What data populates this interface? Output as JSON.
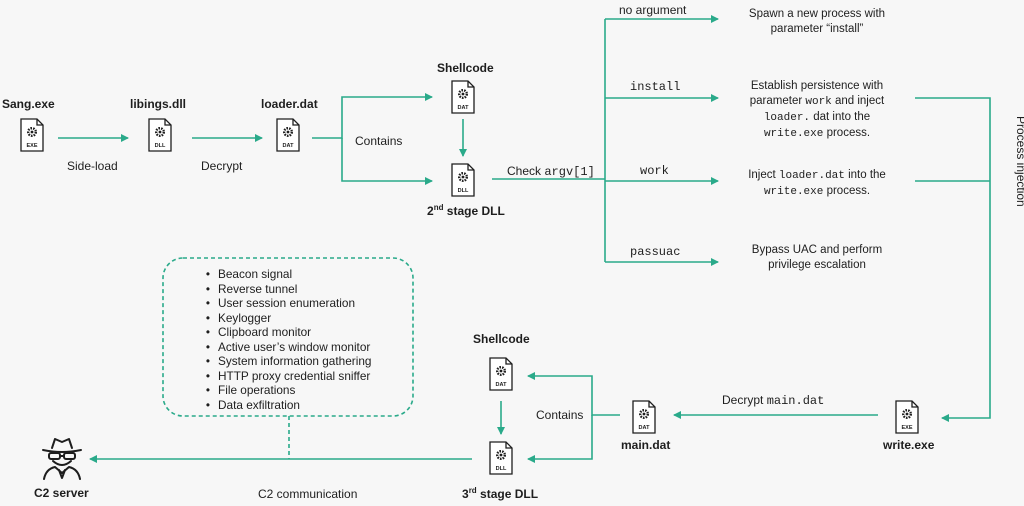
{
  "colors": {
    "accent": "#2aaa8a",
    "icon": "#1e1e1e",
    "bg": "#f7f7f7"
  },
  "nodes": {
    "sang": {
      "title": "Sang.exe",
      "tag": "EXE"
    },
    "libings": {
      "title": "libings.dll",
      "tag": "DLL"
    },
    "loader": {
      "title": "loader.dat",
      "tag": "DAT"
    },
    "shellcode1": {
      "title": "Shellcode",
      "tag": "DAT"
    },
    "stage2": {
      "title_main": "2",
      "title_sup": "nd",
      "title_rest": " stage DLL",
      "tag": "DLL"
    },
    "write_exe": {
      "title": "write.exe",
      "tag": "EXE"
    },
    "main_dat": {
      "title": "main.dat",
      "tag": "DAT"
    },
    "shellcode2": {
      "title": "Shellcode",
      "tag": "DAT"
    },
    "stage3": {
      "title_main": "3",
      "title_sup": "rd",
      "title_rest": " stage DLL",
      "tag": "DLL"
    },
    "c2": {
      "title": "C2 server",
      "icon": "spy-icon"
    }
  },
  "edges": {
    "side_load": "Side-load",
    "decrypt1": "Decrypt",
    "contains1": "Contains",
    "check_prefix": "Check ",
    "check_code": "argv[1]",
    "decrypt2_prefix": "Decrypt  ",
    "decrypt2_code": "main.dat",
    "contains2": "Contains",
    "process_injection": "Process injection",
    "c2_comm": "C2 communication"
  },
  "branches": {
    "no_arg": {
      "arg": "no argument",
      "line1": "Spawn a new process with",
      "line2": "parameter “install”"
    },
    "install": {
      "arg": "install",
      "line1": "Establish persistence with",
      "line2a": "parameter ",
      "line2b": "work",
      "line2c": " and inject",
      "line3a": "loader.",
      "line3b": " dat into the",
      "line4a": "write.exe",
      "line4b": " process."
    },
    "work": {
      "arg": "work",
      "line1a": "Inject ",
      "line1b": "loader.dat",
      "line1c": " into the",
      "line2a": "write.exe",
      "line2b": " process."
    },
    "passuac": {
      "arg": "passuac",
      "line1": "Bypass UAC and perform",
      "line2": "privilege escalation"
    }
  },
  "features": [
    "Beacon signal",
    "Reverse tunnel",
    "User session enumeration",
    "Keylogger",
    "Clipboard monitor",
    "Active user’s window monitor",
    "System information gathering",
    "HTTP proxy credential sniffer",
    "File operations",
    "Data exfiltration"
  ]
}
